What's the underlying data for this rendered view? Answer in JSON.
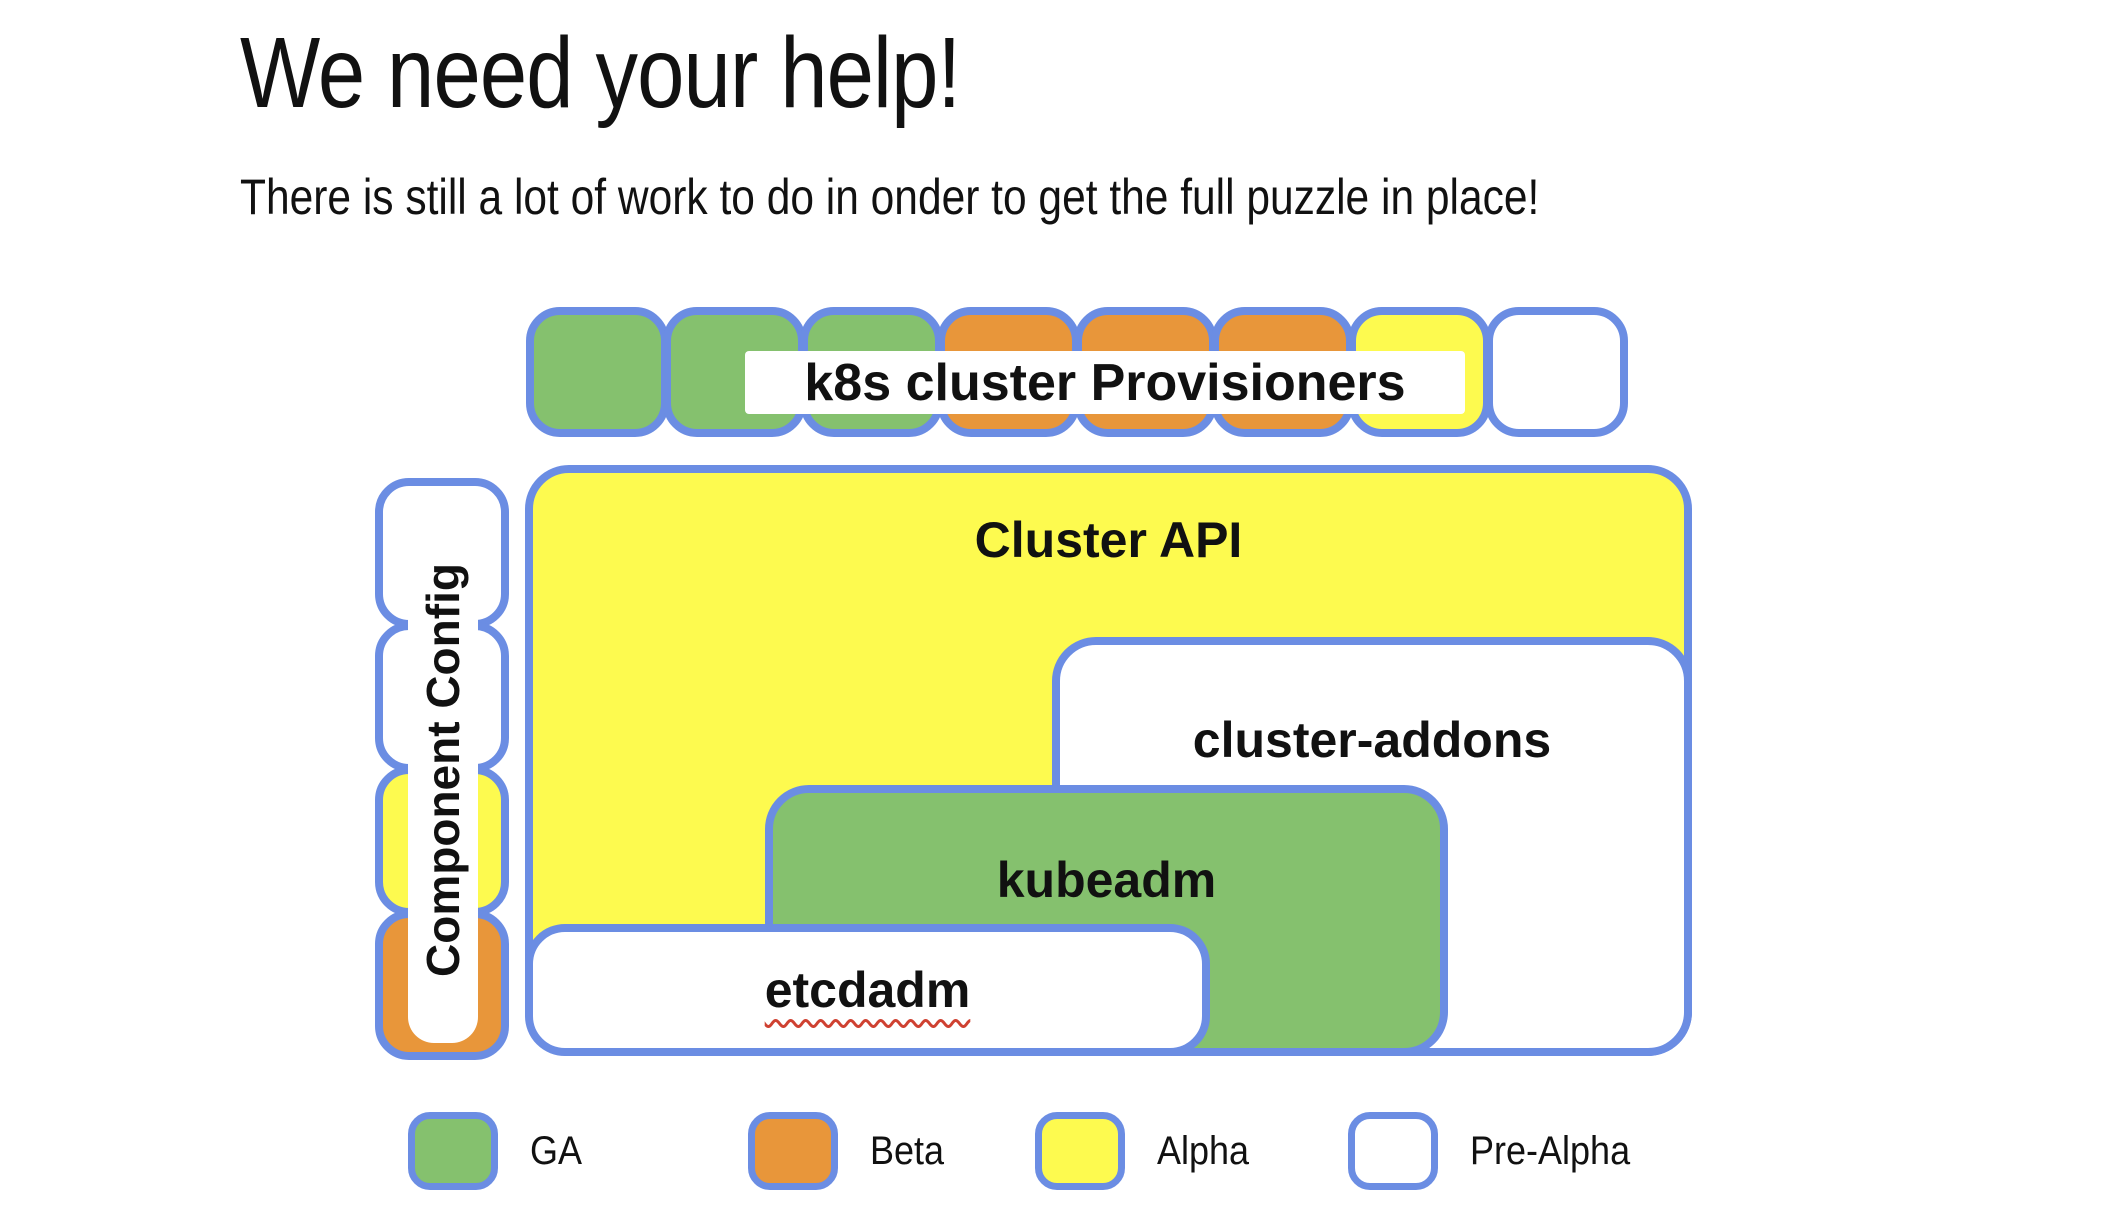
{
  "title": "We need your help!",
  "subtitle": "There is still a lot of work to do in onder to get the full puzzle in place!",
  "status_colors": {
    "GA": "#85C16E",
    "Beta": "#E8963A",
    "Alpha": "#FDFA4F",
    "Pre-Alpha": "#FFFFFF"
  },
  "border_color": "#6B8DE3",
  "text_color": "#111111",
  "spellcheck_underline_color": "#CF4131",
  "top_row": {
    "label": "k8s cluster Provisioners",
    "pieces": [
      "GA",
      "GA",
      "GA",
      "Beta",
      "Beta",
      "Beta",
      "Alpha",
      "Pre-Alpha"
    ]
  },
  "side_column": {
    "label": "Component Config",
    "pieces": [
      "Pre-Alpha",
      "Pre-Alpha",
      "Alpha",
      "Beta"
    ]
  },
  "boxes": {
    "cluster_api": {
      "label": "Cluster API",
      "status": "Alpha"
    },
    "cluster_addons": {
      "label": "cluster-addons",
      "status": "Pre-Alpha"
    },
    "kubeadm": {
      "label": "kubeadm",
      "status": "GA"
    },
    "etcdadm": {
      "label": "etcdadm",
      "status": "Pre-Alpha"
    }
  },
  "legend": {
    "items": [
      {
        "label": "GA",
        "status": "GA"
      },
      {
        "label": "Beta",
        "status": "Beta"
      },
      {
        "label": "Alpha",
        "status": "Alpha"
      },
      {
        "label": "Pre-Alpha",
        "status": "Pre-Alpha"
      }
    ]
  }
}
